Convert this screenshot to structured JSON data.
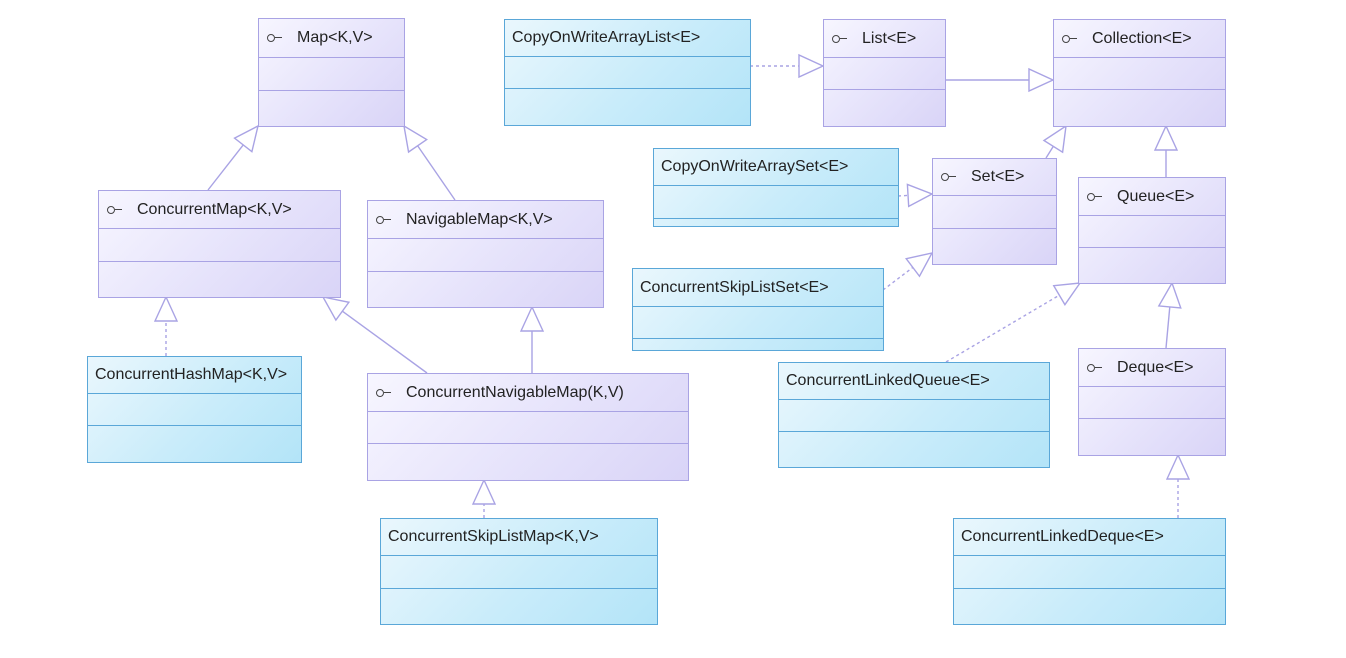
{
  "diagram": {
    "type": "uml-class-diagram",
    "colors": {
      "interface_border": "#a9a3e4",
      "interface_fill": "#e6e3fb",
      "class_border": "#5aa7d8",
      "class_fill": "#c9ecfa",
      "edge": "#a9a3e4",
      "background": "#ffffff"
    },
    "nodes": [
      {
        "id": "map",
        "kind": "interface",
        "icon": "interface-lollipop-icon",
        "label": "Map<K,V>"
      },
      {
        "id": "copyOnWriteArrayList",
        "kind": "class",
        "label": "CopyOnWriteArrayList<E>"
      },
      {
        "id": "list",
        "kind": "interface",
        "icon": "interface-lollipop-icon",
        "label": "List<E>"
      },
      {
        "id": "collection",
        "kind": "interface",
        "icon": "interface-lollipop-icon",
        "label": "Collection<E>"
      },
      {
        "id": "concurrentMap",
        "kind": "interface",
        "icon": "interface-lollipop-icon",
        "label": "ConcurrentMap<K,V>"
      },
      {
        "id": "navigableMap",
        "kind": "interface",
        "icon": "interface-lollipop-icon",
        "label": "NavigableMap<K,V>"
      },
      {
        "id": "copyOnWriteArraySet",
        "kind": "class",
        "label": "CopyOnWriteArraySet<E>"
      },
      {
        "id": "set",
        "kind": "interface",
        "icon": "interface-lollipop-icon",
        "label": "Set<E>"
      },
      {
        "id": "queue",
        "kind": "interface",
        "icon": "interface-lollipop-icon",
        "label": "Queue<E>"
      },
      {
        "id": "concurrentSkipListSet",
        "kind": "class",
        "label": "ConcurrentSkipListSet<E>"
      },
      {
        "id": "concurrentHashMap",
        "kind": "class",
        "label": "ConcurrentHashMap<K,V>"
      },
      {
        "id": "concurrentNavigableMap",
        "kind": "interface",
        "icon": "interface-lollipop-icon",
        "label": "ConcurrentNavigableMap(K,V)"
      },
      {
        "id": "concurrentLinkedQueue",
        "kind": "class",
        "label": "ConcurrentLinkedQueue<E>"
      },
      {
        "id": "deque",
        "kind": "interface",
        "icon": "interface-lollipop-icon",
        "label": "Deque<E>"
      },
      {
        "id": "concurrentSkipListMap",
        "kind": "class",
        "label": "ConcurrentSkipListMap<K,V>"
      },
      {
        "id": "concurrentLinkedDeque",
        "kind": "class",
        "label": "ConcurrentLinkedDeque<E>"
      }
    ],
    "edges": [
      {
        "from": "concurrentMap",
        "to": "map",
        "relation": "extends"
      },
      {
        "from": "navigableMap",
        "to": "map",
        "relation": "extends"
      },
      {
        "from": "concurrentHashMap",
        "to": "concurrentMap",
        "relation": "implements"
      },
      {
        "from": "concurrentNavigableMap",
        "to": "concurrentMap",
        "relation": "extends"
      },
      {
        "from": "concurrentNavigableMap",
        "to": "navigableMap",
        "relation": "extends"
      },
      {
        "from": "concurrentSkipListMap",
        "to": "concurrentNavigableMap",
        "relation": "implements"
      },
      {
        "from": "copyOnWriteArrayList",
        "to": "list",
        "relation": "implements"
      },
      {
        "from": "list",
        "to": "collection",
        "relation": "extends"
      },
      {
        "from": "set",
        "to": "collection",
        "relation": "extends"
      },
      {
        "from": "queue",
        "to": "collection",
        "relation": "extends"
      },
      {
        "from": "copyOnWriteArraySet",
        "to": "set",
        "relation": "implements"
      },
      {
        "from": "concurrentSkipListSet",
        "to": "set",
        "relation": "implements"
      },
      {
        "from": "concurrentLinkedQueue",
        "to": "queue",
        "relation": "implements"
      },
      {
        "from": "deque",
        "to": "queue",
        "relation": "extends"
      },
      {
        "from": "concurrentLinkedDeque",
        "to": "deque",
        "relation": "implements"
      }
    ]
  }
}
